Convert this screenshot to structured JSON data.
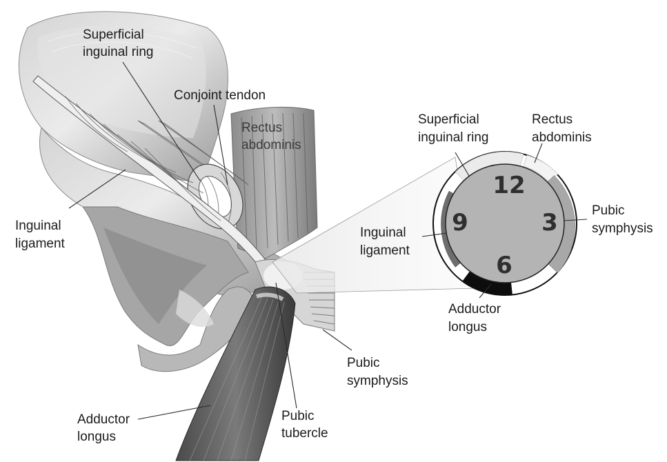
{
  "labels": {
    "superficial_ring_line1": "Superficial",
    "superficial_ring_line2": "inguinal ring",
    "conjoint_tendon": "Conjoint tendon",
    "rectus_line1": "Rectus",
    "rectus_line2": "abdominis",
    "inguinal_ligament_line1": "Inguinal",
    "inguinal_ligament_line2": "ligament",
    "pubic_symphysis_line1": "Pubic",
    "pubic_symphysis_line2": "symphysis",
    "adductor_line1": "Adductor",
    "adductor_line2": "longus",
    "pubic_tubercle_line1": "Pubic",
    "pubic_tubercle_line2": "tubercle"
  },
  "clock": {
    "n12": "12",
    "n3": "3",
    "n6": "6",
    "n9": "9",
    "superficial_ring_line1": "Superficial",
    "superficial_ring_line2": "inguinal ring",
    "rectus_line1": "Rectus",
    "rectus_line2": "abdominis",
    "pubic_symphysis_line1": "Pubic",
    "pubic_symphysis_line2": "symphysis",
    "inguinal_ligament_line1": "Inguinal",
    "inguinal_ligament_line2": "ligament",
    "adductor_line1": "Adductor",
    "adductor_line2": "longus"
  },
  "colors": {
    "bone_light": "#e6e6e6",
    "bone_mid": "#c4c4c4",
    "bone_dark": "#7a7a7a",
    "muscle_dark": "#3d3d3d",
    "clock_face": "#b4b4b4",
    "sector_light": "#ebebeb",
    "sector_mid": "#a8a8a8",
    "sector_dark": "#6e6e6e",
    "sector_black": "#0d0d0d"
  }
}
